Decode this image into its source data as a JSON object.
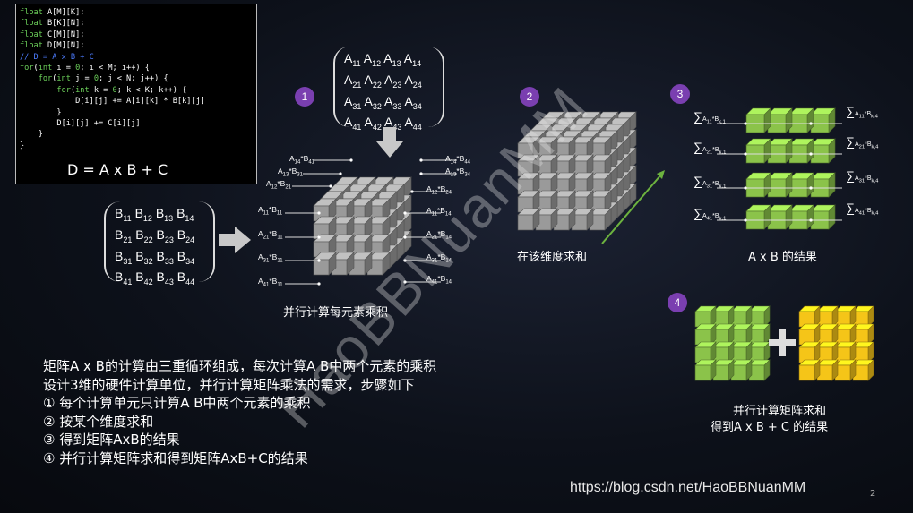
{
  "code": {
    "lines": [
      [
        {
          "t": "float",
          "c": "kw"
        },
        {
          "t": " A[M][K];"
        }
      ],
      [
        {
          "t": "float",
          "c": "kw"
        },
        {
          "t": " B[K][N];"
        }
      ],
      [
        {
          "t": "float",
          "c": "kw"
        },
        {
          "t": " C[M][N];"
        }
      ],
      [
        {
          "t": "float",
          "c": "kw"
        },
        {
          "t": " D[M][N];"
        }
      ],
      [
        {
          "t": "// D = A x B + C",
          "c": "cm"
        }
      ],
      [
        {
          "t": "for",
          "c": "kw"
        },
        {
          "t": "("
        },
        {
          "t": "int",
          "c": "kw"
        },
        {
          "t": " i = "
        },
        {
          "t": "0",
          "c": "kw"
        },
        {
          "t": "; i < M; i++) {"
        }
      ],
      [
        {
          "t": "    "
        },
        {
          "t": "for",
          "c": "kw"
        },
        {
          "t": "("
        },
        {
          "t": "int",
          "c": "kw"
        },
        {
          "t": " j = "
        },
        {
          "t": "0",
          "c": "kw"
        },
        {
          "t": "; j < N; j++) {"
        }
      ],
      [
        {
          "t": "        "
        },
        {
          "t": "for",
          "c": "kw"
        },
        {
          "t": "("
        },
        {
          "t": "int",
          "c": "kw"
        },
        {
          "t": " k = "
        },
        {
          "t": "0",
          "c": "kw"
        },
        {
          "t": "; k < K; k++) {"
        }
      ],
      [
        {
          "t": "            D[i][j] += A[i][k] * B[k][j]"
        }
      ],
      [
        {
          "t": "        }"
        }
      ],
      [
        {
          "t": "        D[i][j] += C[i][j]"
        }
      ],
      [
        {
          "t": "    }"
        }
      ],
      [
        {
          "t": "}"
        }
      ]
    ],
    "formula": "D = A x B + C"
  },
  "matrix_a": [
    [
      "11",
      "12",
      "13",
      "14"
    ],
    [
      "21",
      "22",
      "23",
      "24"
    ],
    [
      "31",
      "32",
      "33",
      "34"
    ],
    [
      "41",
      "42",
      "43",
      "44"
    ]
  ],
  "matrix_b": [
    [
      "11",
      "12",
      "13",
      "14"
    ],
    [
      "21",
      "22",
      "23",
      "24"
    ],
    [
      "31",
      "32",
      "33",
      "34"
    ],
    [
      "41",
      "42",
      "43",
      "44"
    ]
  ],
  "steps": {
    "badge1": "1",
    "badge2": "2",
    "badge3": "3",
    "badge4": "4",
    "caption1": "并行计算每元素乘积",
    "caption2": "在该维度求和",
    "caption3": "A x B 的结果",
    "caption4a": "并行计算矩阵求和",
    "caption4b": "得到A x B + C 的结果"
  },
  "products_left": [
    {
      "a": "14",
      "b": "41"
    },
    {
      "a": "13",
      "b": "31"
    },
    {
      "a": "12",
      "b": "21"
    },
    {
      "a": "11",
      "b": "11"
    },
    {
      "a": "21",
      "b": "11"
    },
    {
      "a": "31",
      "b": "11"
    },
    {
      "a": "41",
      "b": "11"
    }
  ],
  "products_right": [
    {
      "a": "14",
      "b": "44"
    },
    {
      "a": "13",
      "b": "34"
    },
    {
      "a": "12",
      "b": "24"
    },
    {
      "a": "11",
      "b": "14"
    },
    {
      "a": "21",
      "b": "14"
    },
    {
      "a": "31",
      "b": "14"
    },
    {
      "a": "41",
      "b": "14"
    }
  ],
  "description": [
    "矩阵A x B的计算由三重循环组成，每次计算A B中两个元素的乘积",
    "设计3维的硬件计算单位，并行计算矩阵乘法的需求，步骤如下",
    "①  每个计算单元只计算A B中两个元素的乘积",
    "②  按某个维度求和",
    "③  得到矩阵AxB的结果",
    "④  并行计算矩阵求和得到矩阵AxB+C的结果"
  ],
  "watermark": "HaoBBNuanMM",
  "url": "https://blog.csdn.net/HaoBBNuanMM",
  "page_number": "2",
  "colors": {
    "gray_cube": "#9a9a9a",
    "green_cube": "#8bc34a",
    "yellow_cube": "#f5c518",
    "badge": "#7a3fb0",
    "arrow_green": "#6db33f"
  }
}
